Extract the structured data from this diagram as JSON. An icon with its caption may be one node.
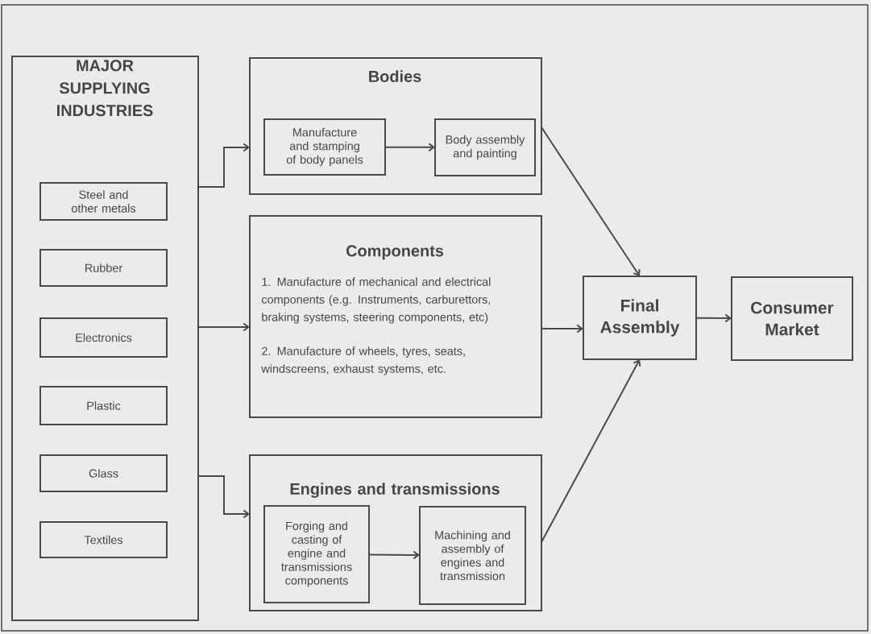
{
  "diagram": {
    "nodes": [
      {
        "text": [
          "MAJOR SUPPLYING INDUSTRIES"
        ]
      },
      {
        "text": [
          "Steel and other metals"
        ],
        "in": 0
      },
      {
        "text": [
          "Rubber"
        ],
        "in": 0
      },
      {
        "text": [
          "Electronics"
        ],
        "in": 0
      },
      {
        "text": [
          "Plastic"
        ],
        "in": 0
      },
      {
        "text": [
          "Glass"
        ],
        "in": 0
      },
      {
        "text": [
          "Textiles"
        ],
        "in": 0
      },
      {
        "text": [
          "Bodies"
        ]
      },
      {
        "text": [
          "Manufacture and stamping of body panels"
        ],
        "in": 7
      },
      {
        "text": [
          "Body assembly and painting"
        ],
        "in": 7
      },
      {
        "text": [
          "Components",
          "1.  Manufacture of mechanical and electrical components (e.g. Instruments, carburettors, braking systems, steering components,  etc)",
          "2.  Manufacture of wheels, tyres, seats, windscreens, exhaust systems, etc."
        ]
      },
      {
        "text": [
          "Engines and transmissions"
        ]
      },
      {
        "text": [
          "Forging and casting of engine and transmissions components"
        ],
        "in": 11
      },
      {
        "text": [
          "Machining and assembly of engines and transmission"
        ],
        "in": 11
      },
      {
        "text": [
          "Final Assembly"
        ]
      },
      {
        "text": [
          "Consumer Market"
        ]
      }
    ],
    "edges": [
      {
        "from": 0,
        "to": 7,
        "arrow": "to"
      },
      {
        "from": 8,
        "to": 9,
        "arrow": "to"
      },
      {
        "from": 0,
        "to": 10,
        "arrow": "to"
      },
      {
        "from": 0,
        "to": 11,
        "arrow": "to"
      },
      {
        "from": 12,
        "to": 13,
        "arrow": "to"
      },
      {
        "from": 7,
        "to": 14,
        "arrow": "to"
      },
      {
        "from": 10,
        "to": 14,
        "arrow": "to"
      },
      {
        "from": 11,
        "to": 14,
        "arrow": "to"
      },
      {
        "from": 14,
        "to": 15,
        "arrow": "to"
      }
    ]
  }
}
